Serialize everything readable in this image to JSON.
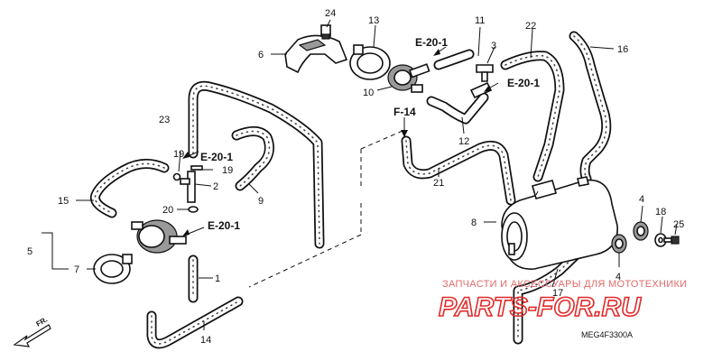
{
  "part_numbers": {
    "p1": "1",
    "p2": "2",
    "p3": "3",
    "p4a": "4",
    "p4b": "4",
    "p5": "5",
    "p6": "6",
    "p7": "7",
    "p8": "8",
    "p9": "9",
    "p10": "10",
    "p11": "11",
    "p12": "12",
    "p13": "13",
    "p14": "14",
    "p15": "15",
    "p16": "16",
    "p17": "17",
    "p18": "18",
    "p19a": "19",
    "p19b": "19",
    "p20": "20",
    "p21": "21",
    "p22": "22",
    "p23": "23",
    "p24": "24",
    "p25": "25"
  },
  "references": {
    "e20_top": "E-20-1",
    "e20_right": "E-20-1",
    "e20_mid": "E-20-1",
    "e20_low": "E-20-1",
    "f14": "F-14"
  },
  "watermark": {
    "caption": "ЗАПЧАСТИ И АКСЕССУАРЫ ДЛЯ МОТОТЕХНИКИ",
    "logo": "PARTS-FOR.RU"
  },
  "direction_label": "FR.",
  "diagram_code": "MEG4F3300A",
  "colors": {
    "ink": "#111111",
    "watermark": "#e22a2a"
  }
}
